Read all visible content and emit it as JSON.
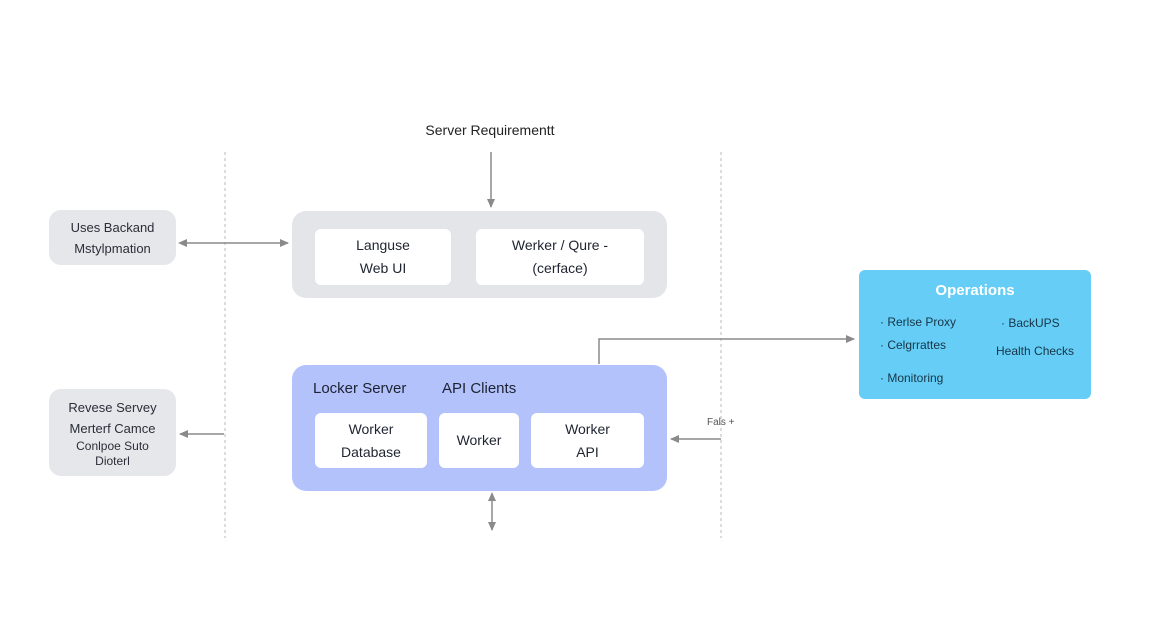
{
  "title": "Server Requirementt",
  "left_boxes": {
    "top": {
      "line1": "Uses Backand",
      "line2": "Mstylpmation"
    },
    "bottom": {
      "line1": "Revese Servey",
      "line2": "Merterf Camce",
      "line3": "Conlpoe Suto",
      "line4": "Dioterl"
    }
  },
  "top_group": {
    "card1": {
      "line1": "Languse",
      "line2": "Web UI"
    },
    "card2": {
      "line1": "Werker / Qure -",
      "line2": "(cerface)"
    }
  },
  "bottom_group": {
    "label1": "Locker Server",
    "label2": "API Clients",
    "card1": {
      "line1": "Worker",
      "line2": "Database"
    },
    "card2": {
      "line1": "Worker"
    },
    "card3": {
      "line1": "Worker",
      "line2": "API"
    }
  },
  "operations": {
    "title": "Operations",
    "items": [
      "· Rerlse Proxy",
      "· Celgrrattes",
      "· Monitoring",
      "· BackUPS",
      "Health Checks"
    ]
  },
  "small_label": "Fals +",
  "colors": {
    "grey_box": "#e4e5e9",
    "blue_group": "#b3c2fb",
    "operations": "#66cef6",
    "arrow": "#8a8a8a"
  }
}
